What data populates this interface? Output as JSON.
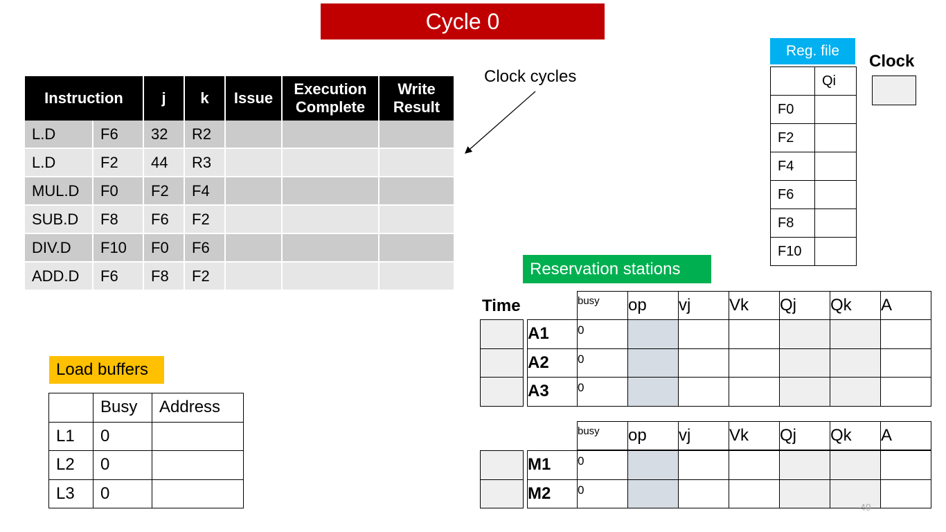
{
  "title": "Cycle 0",
  "instruction_table": {
    "headers": [
      "Instruction",
      "j",
      "k",
      "Issue",
      "Execution Complete",
      "Write Result"
    ],
    "rows": [
      {
        "op": "L.D",
        "dest": "F6",
        "j": "32",
        "k": "R2",
        "issue": "",
        "exec": "",
        "write": ""
      },
      {
        "op": "L.D",
        "dest": "F2",
        "j": "44",
        "k": "R3",
        "issue": "",
        "exec": "",
        "write": ""
      },
      {
        "op": "MUL.D",
        "dest": "F0",
        "j": "F2",
        "k": "F4",
        "issue": "",
        "exec": "",
        "write": ""
      },
      {
        "op": "SUB.D",
        "dest": "F8",
        "j": "F6",
        "k": "F2",
        "issue": "",
        "exec": "",
        "write": ""
      },
      {
        "op": "DIV.D",
        "dest": "F10",
        "j": "F0",
        "k": "F6",
        "issue": "",
        "exec": "",
        "write": ""
      },
      {
        "op": "ADD.D",
        "dest": "F6",
        "j": "F8",
        "k": "F2",
        "issue": "",
        "exec": "",
        "write": ""
      }
    ]
  },
  "annotation": {
    "clock_cycles": "Clock cycles"
  },
  "register_file": {
    "label": "Reg. file",
    "column": "Qi",
    "registers": [
      {
        "name": "F0",
        "qi": ""
      },
      {
        "name": "F2",
        "qi": ""
      },
      {
        "name": "F4",
        "qi": ""
      },
      {
        "name": "F6",
        "qi": ""
      },
      {
        "name": "F8",
        "qi": ""
      },
      {
        "name": "F10",
        "qi": ""
      }
    ]
  },
  "clock": {
    "label": "Clock",
    "value": ""
  },
  "load_buffers": {
    "label": "Load buffers",
    "headers": [
      "",
      "Busy",
      "Address"
    ],
    "rows": [
      {
        "name": "L1",
        "busy": "0",
        "address": ""
      },
      {
        "name": "L2",
        "busy": "0",
        "address": ""
      },
      {
        "name": "L3",
        "busy": "0",
        "address": ""
      }
    ]
  },
  "reservation_stations": {
    "label": "Reservation stations",
    "time_label": "Time",
    "headers": [
      "busy",
      "op",
      "vj",
      "Vk",
      "Qj",
      "Qk",
      "A"
    ],
    "adders": [
      {
        "name": "A1",
        "busy": "0",
        "time": ""
      },
      {
        "name": "A2",
        "busy": "0",
        "time": ""
      },
      {
        "name": "A3",
        "busy": "0",
        "time": ""
      }
    ],
    "multipliers": [
      {
        "name": "M1",
        "busy": "0",
        "time": ""
      },
      {
        "name": "M2",
        "busy": "0",
        "time": ""
      }
    ]
  },
  "page_number": "40"
}
